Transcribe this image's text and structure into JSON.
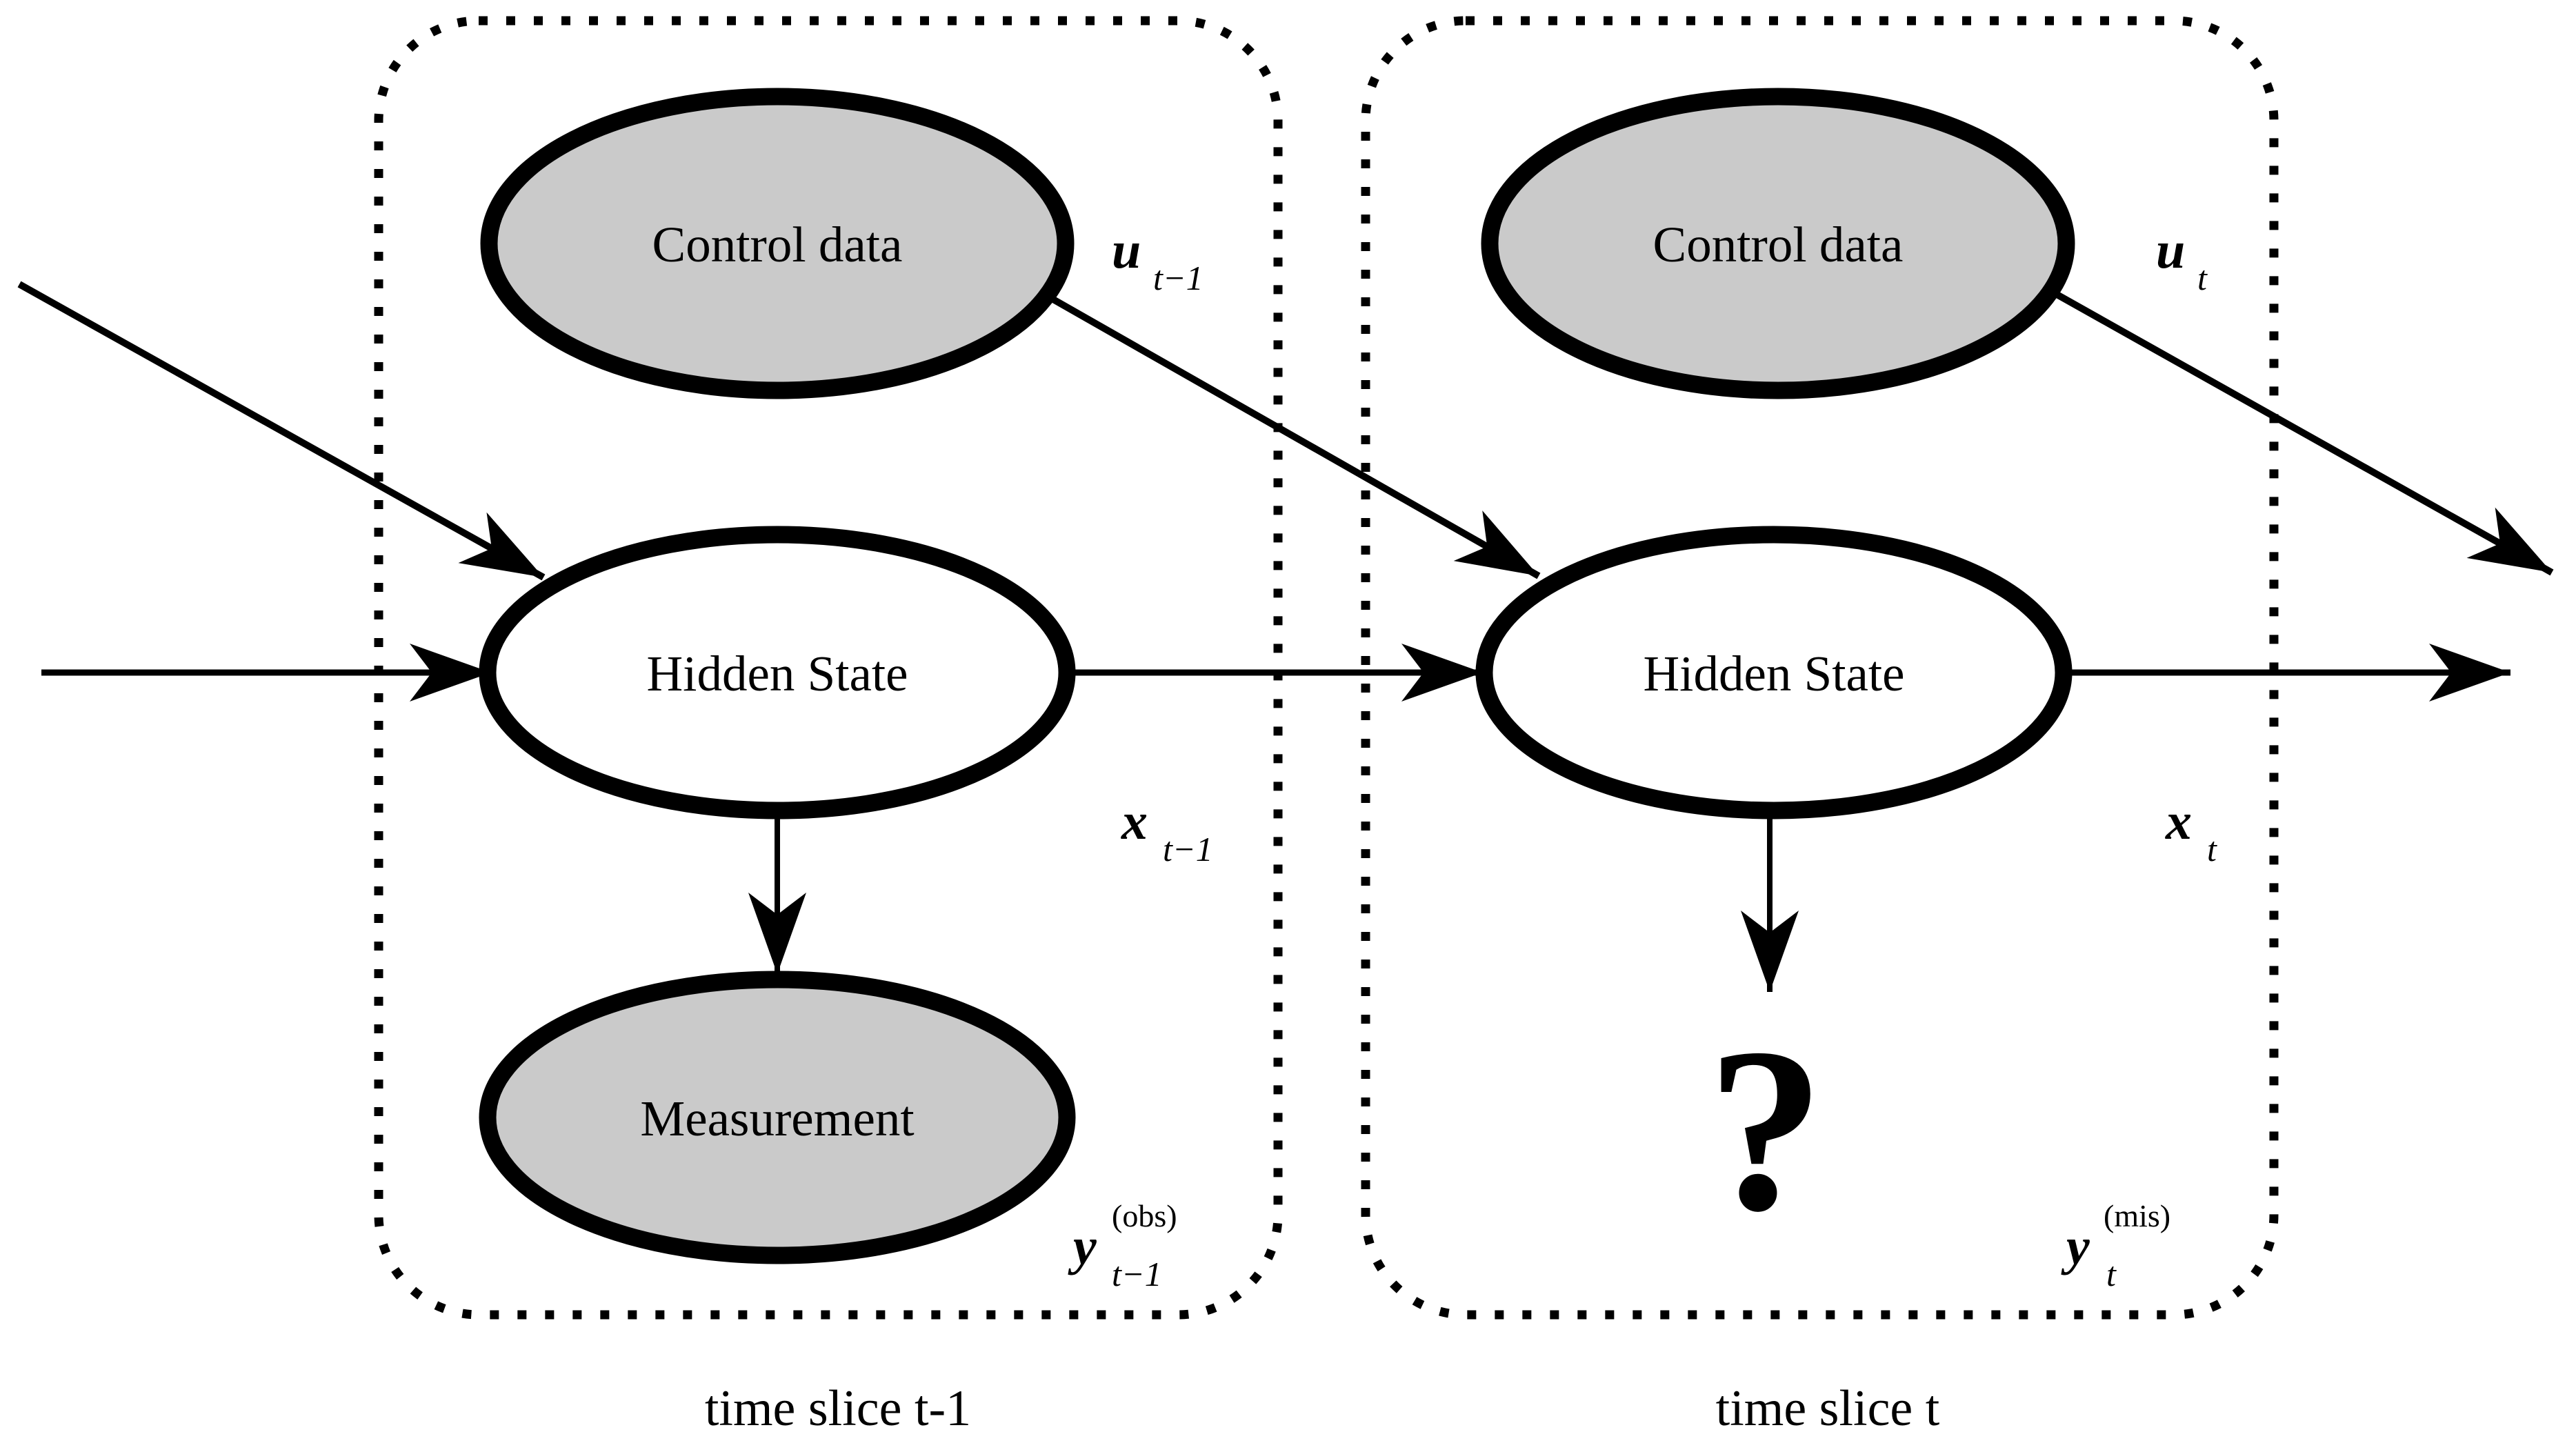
{
  "colors": {
    "ink": "#000000",
    "observed_node_fill": "#cacaca",
    "hidden_node_fill": "#ffffff",
    "background": "#ffffff"
  },
  "slice_prev": {
    "caption": "time slice t-1",
    "control_node": "Control data",
    "hidden_node": "Hidden State",
    "measurement_node": "Measurement",
    "control_label": {
      "var": "u",
      "sub": "t−1"
    },
    "state_label": {
      "var": "x",
      "sub": "t−1"
    },
    "measurement_label": {
      "var": "y",
      "sup": "(obs)",
      "sub": "t−1"
    }
  },
  "slice_current": {
    "caption": "time slice t",
    "control_node": "Control data",
    "hidden_node": "Hidden State",
    "missing_mark": "?",
    "control_label": {
      "var": "u",
      "sub": "t"
    },
    "state_label": {
      "var": "x",
      "sub": "t"
    },
    "measurement_label": {
      "var": "y",
      "sup": "(mis)",
      "sub": "t"
    }
  }
}
